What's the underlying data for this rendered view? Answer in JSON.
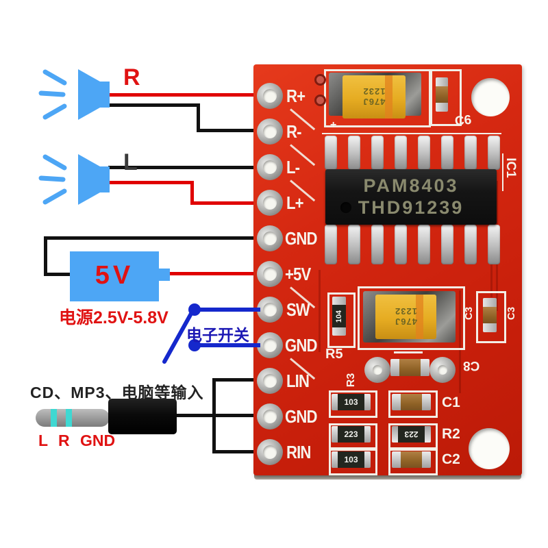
{
  "board": {
    "pin_labels": [
      "R+",
      "R-",
      "L-",
      "L+",
      "GND",
      "+5V",
      "SW",
      "GND",
      "LIN",
      "GND",
      "RIN"
    ],
    "chip": {
      "line1": "PAM8403",
      "line2": "THD91239"
    },
    "silkscreen": {
      "c6": "C6",
      "ic1": "IC1",
      "r5": "R5",
      "r3": "R3",
      "c8": "C8",
      "c3_left": "C3",
      "c3_right": "C3",
      "c1": "C1",
      "r2": "R2",
      "c2": "C2",
      "polarity": "+"
    },
    "components": {
      "tantalum_cap_lines": [
        "476J",
        "1232"
      ],
      "resistor_104": "104",
      "smd_left": [
        "103",
        "223",
        "103"
      ],
      "smd_right_mid": "223"
    }
  },
  "annotations": {
    "speaker_right": "R",
    "speaker_left": "L",
    "power": {
      "value": "5V",
      "range": "电源2.5V-5.8V"
    },
    "switch_label": "电子开关",
    "audio_label": "CD、MP3、电脑等输入",
    "jack_pinout": "L R GND"
  },
  "colors": {
    "pcb_red": "#d42711",
    "silkscreen": "#f7f3ec",
    "wire_red": "#e00000",
    "wire_black": "#111111",
    "switch_blue": "#1528cc",
    "diagram_blue": "#4da6f5",
    "label_red": "#e01212",
    "cap_yellow": "#e9b32a"
  }
}
